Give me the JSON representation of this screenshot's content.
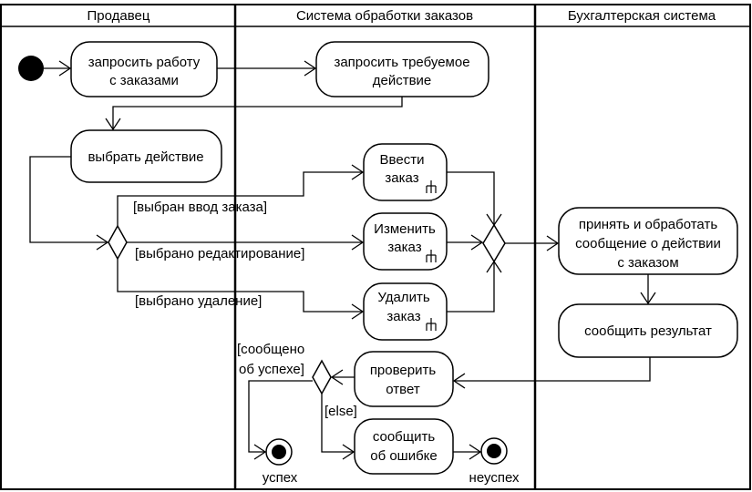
{
  "lanes": {
    "seller": "Продавец",
    "order_system": "Система обработки заказов",
    "accounting": "Бухгалтерская система"
  },
  "actions": {
    "request_work": [
      "запросить работу",
      "с заказами"
    ],
    "request_action": [
      "запросить требуемое",
      "действие"
    ],
    "choose_action": [
      "выбрать действие"
    ],
    "enter_order": [
      "Ввести",
      "заказ"
    ],
    "edit_order": [
      "Изменить",
      "заказ"
    ],
    "delete_order": [
      "Удалить",
      "заказ"
    ],
    "accept_process": [
      "принять и обработать",
      "сообщение о действии",
      "с заказом"
    ],
    "report_result": [
      "сообщить результат"
    ],
    "check_answer": [
      "проверить",
      "ответ"
    ],
    "report_error": [
      "сообщить",
      "об ошибке"
    ]
  },
  "guards": {
    "order_entry": "[выбран ввод заказа]",
    "editing": "[выбрано редактирование]",
    "deletion": "[выбрано удаление]",
    "success_reported": [
      "[сообщено",
      "об успехе]"
    ],
    "else": "[else]"
  },
  "finals": {
    "success": "успех",
    "failure": "неуспех"
  }
}
